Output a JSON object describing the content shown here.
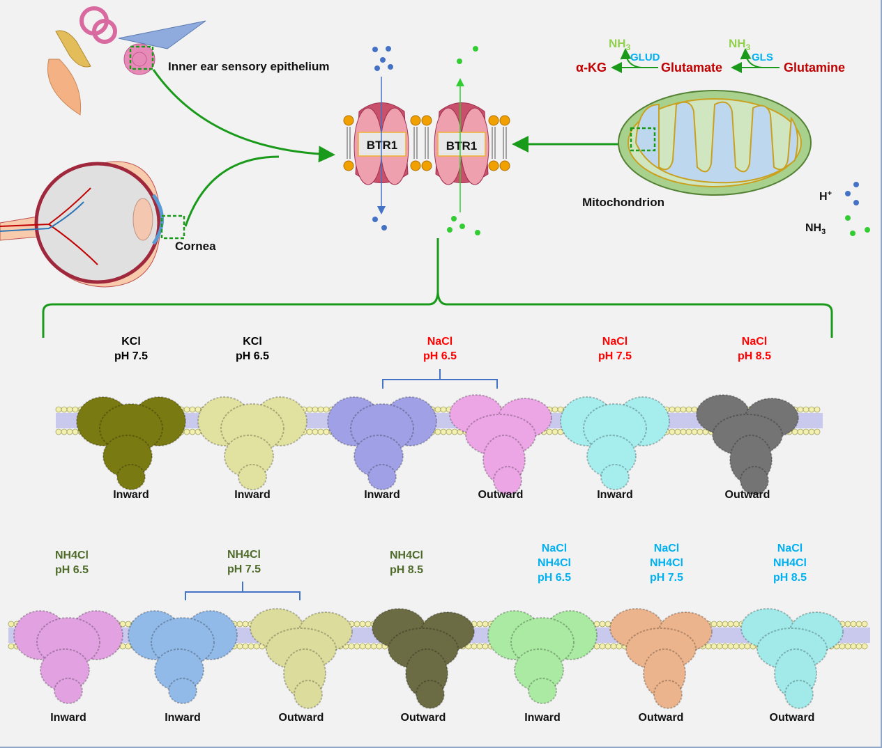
{
  "colors": {
    "green": "#1a9a1a",
    "red": "#c00000",
    "nh3": "#92d050",
    "enzyme": "#00b0f0",
    "blue_dot": "#4472c4",
    "green_dot": "#33cc33",
    "kcl": "#000000",
    "nacl": "#ff0000",
    "nh4cl": "#4e6b2a",
    "mix": "#00b0f0"
  },
  "top": {
    "inner_ear_label": "Inner ear sensory epithelium",
    "cornea_label": "Cornea",
    "btr1_left": "BTR1",
    "btr1_right": "BTR1",
    "mito_label": "Mitochondrion",
    "legend_h": "H",
    "legend_h_sup": "+",
    "legend_nh": "NH",
    "legend_nh_sub": "3",
    "pathway": {
      "akg": "α-KG",
      "glutamate": "Glutamate",
      "glutamine": "Glutamine",
      "glud": "GLUD",
      "gls": "GLS",
      "nh": "NH",
      "nh_sub": "3"
    }
  },
  "row1": {
    "conditions": [
      {
        "lines": [
          "KCl",
          "pH 7.5"
        ],
        "color": "#000000"
      },
      {
        "lines": [
          "KCl",
          "pH 6.5"
        ],
        "color": "#000000"
      },
      {
        "lines": [
          "NaCl",
          "pH 6.5"
        ],
        "color": "#ff0000"
      },
      {
        "lines": [
          "NaCl",
          "pH 7.5"
        ],
        "color": "#ff0000"
      },
      {
        "lines": [
          "NaCl",
          "pH 8.5"
        ],
        "color": "#ff0000"
      }
    ],
    "structures": [
      {
        "state": "Inward",
        "color": "#7a7a12"
      },
      {
        "state": "Inward",
        "color": "#e2e2a0"
      },
      {
        "state": "Inward",
        "color": "#a0a0e6"
      },
      {
        "state": "Outward",
        "color": "#eca6e6"
      },
      {
        "state": "Inward",
        "color": "#a6eeee"
      },
      {
        "state": "Outward",
        "color": "#747474"
      }
    ]
  },
  "row2": {
    "conditions": [
      {
        "lines": [
          "NH4Cl",
          "pH 6.5"
        ],
        "color": "#4e6b2a"
      },
      {
        "lines": [
          "NH4Cl",
          "pH 7.5"
        ],
        "color": "#4e6b2a"
      },
      {
        "lines": [
          "NH4Cl",
          "pH 8.5"
        ],
        "color": "#4e6b2a"
      },
      {
        "lines": [
          "NaCl",
          "NH4Cl",
          "pH 6.5"
        ],
        "color": "#00b0f0"
      },
      {
        "lines": [
          "NaCl",
          "NH4Cl",
          "pH 7.5"
        ],
        "color": "#00b0f0"
      },
      {
        "lines": [
          "NaCl",
          "NH4Cl",
          "pH 8.5"
        ],
        "color": "#00b0f0"
      }
    ],
    "structures": [
      {
        "state": "Inward",
        "color": "#e2a2e2"
      },
      {
        "state": "Inward",
        "color": "#92bae8"
      },
      {
        "state": "Outward",
        "color": "#dcdc9c"
      },
      {
        "state": "Outward",
        "color": "#6c6c44"
      },
      {
        "state": "Inward",
        "color": "#aaeaa2"
      },
      {
        "state": "Outward",
        "color": "#ecb48c"
      },
      {
        "state": "Outward",
        "color": "#a2eaea"
      }
    ]
  }
}
